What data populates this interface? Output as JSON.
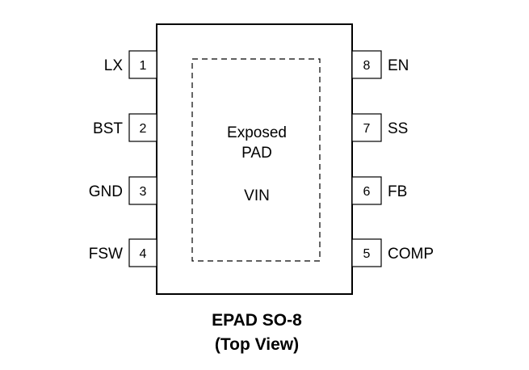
{
  "package": {
    "caption_line1": "EPAD SO-8",
    "caption_line2": "(Top View)",
    "exposed_pad": {
      "line1": "Exposed",
      "line2": "PAD",
      "net": "VIN"
    }
  },
  "pins": [
    {
      "number": "1",
      "name": "LX"
    },
    {
      "number": "2",
      "name": "BST"
    },
    {
      "number": "3",
      "name": "GND"
    },
    {
      "number": "4",
      "name": "FSW"
    },
    {
      "number": "5",
      "name": "COMP"
    },
    {
      "number": "6",
      "name": "FB"
    },
    {
      "number": "7",
      "name": "SS"
    },
    {
      "number": "8",
      "name": "EN"
    }
  ]
}
